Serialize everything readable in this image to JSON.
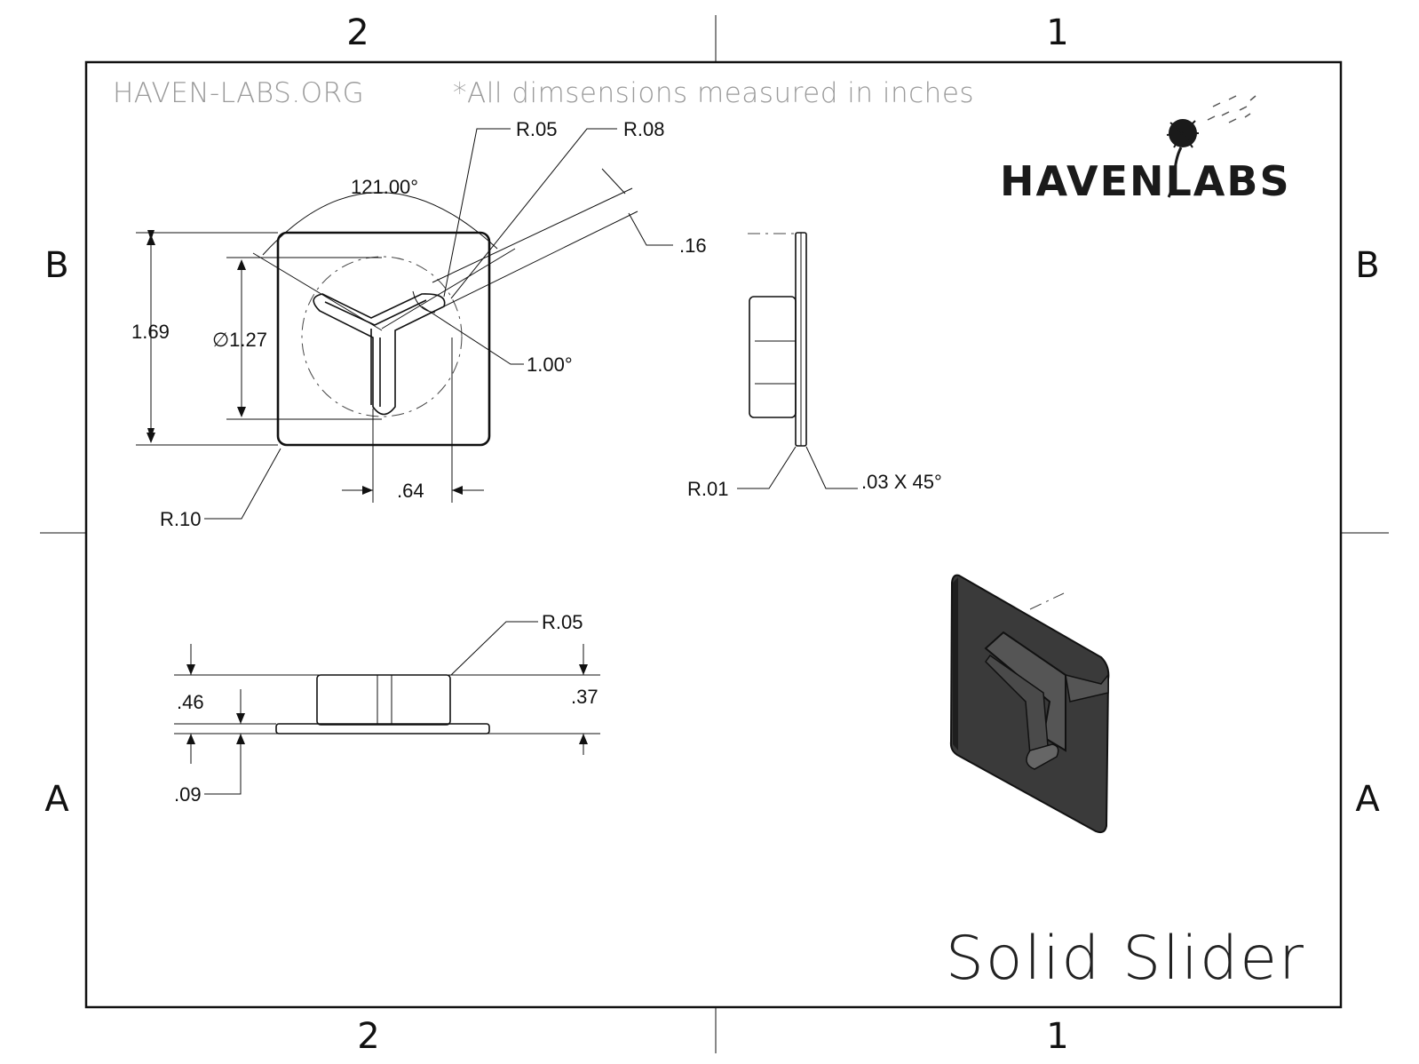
{
  "header": {
    "website": "HAVEN-LABS.ORG",
    "note": "*All dimsensions measured in inches"
  },
  "logo": {
    "text": "HAVENLABS",
    "icon": "dandelion-icon"
  },
  "title": "Solid Slider",
  "zones": {
    "top_left": "2",
    "top_right": "1",
    "bottom_left": "2",
    "bottom_right": "1",
    "left_upper": "B",
    "left_lower": "A",
    "right_upper": "B",
    "right_lower": "A"
  },
  "front_view": {
    "angle": "121.00°",
    "radius_small": "R.05",
    "radius_medium": "R.08",
    "width": ".16",
    "height": "1.69",
    "diameter": "∅1.27",
    "arm_angle": "1.00°",
    "arm_offset": ".64",
    "corner_radius": "R.10"
  },
  "side_view": {
    "edge_radius": "R.01",
    "chamfer": ".03 X 45°"
  },
  "bottom_view": {
    "radius": "R.05",
    "overall_height": ".46",
    "boss_height": ".37",
    "plate_thickness": ".09"
  },
  "colors": {
    "line": "#111111",
    "header_gray": "#9a9a9a",
    "part_fill": "#3a3a3a"
  }
}
